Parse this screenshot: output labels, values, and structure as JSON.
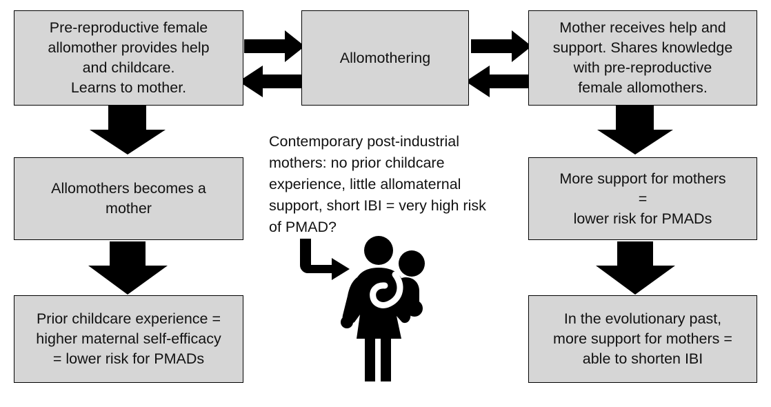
{
  "diagram": {
    "title": "Allomothering and maternal mental health flow diagram",
    "background_color": "#ffffff",
    "box_fill_color": "#d6d6d6",
    "box_border_color": "#000000",
    "arrow_color": "#000000",
    "text_color": "#111111"
  },
  "boxes": {
    "allomother": {
      "text": "Pre-reproductive female\nallomother provides help\nand childcare.\nLearns to mother."
    },
    "allomothering": {
      "text": "Allomothering"
    },
    "mother_receives": {
      "text": "Mother receives help and\nsupport. Shares knowledge\nwith pre-reproductive\nfemale allomothers."
    },
    "becomes_mother": {
      "text": "Allomothers becomes a\nmother"
    },
    "more_support": {
      "text": "More support for mothers\n=\nlower risk for PMADs"
    },
    "prior_childcare": {
      "text": "Prior childcare experience =\nhigher maternal self-efficacy\n= lower risk for PMADs"
    },
    "evolutionary_past": {
      "text": "In the evolutionary past,\nmore support for mothers =\nable to shorten IBI"
    }
  },
  "center_note": {
    "text": "Contemporary post-industrial\nmothers: no prior childcare\nexperience, little allomaternal\nsupport, short IBI = very high risk\nof PMAD?"
  },
  "icons": {
    "mother_and_baby": "mother-carrying-baby-icon",
    "elbow_pointer": "elbow-arrow-down-right-icon"
  },
  "arrows": [
    {
      "name": "allomother-to-allomothering",
      "direction": "right",
      "from": "allomother",
      "to": "allomothering"
    },
    {
      "name": "allomothering-to-allomother",
      "direction": "left",
      "from": "allomothering",
      "to": "allomother"
    },
    {
      "name": "allomothering-to-mother-receives",
      "direction": "right",
      "from": "allomothering",
      "to": "mother_receives"
    },
    {
      "name": "mother-receives-to-allomothering",
      "direction": "left",
      "from": "mother_receives",
      "to": "allomothering"
    },
    {
      "name": "allomother-to-becomes-mother",
      "direction": "down",
      "from": "allomother",
      "to": "becomes_mother"
    },
    {
      "name": "becomes-mother-to-prior-childcare",
      "direction": "down",
      "from": "becomes_mother",
      "to": "prior_childcare"
    },
    {
      "name": "mother-receives-to-more-support",
      "direction": "down",
      "from": "mother_receives",
      "to": "more_support"
    },
    {
      "name": "more-support-to-evolutionary-past",
      "direction": "down",
      "from": "more_support",
      "to": "evolutionary_past"
    }
  ]
}
